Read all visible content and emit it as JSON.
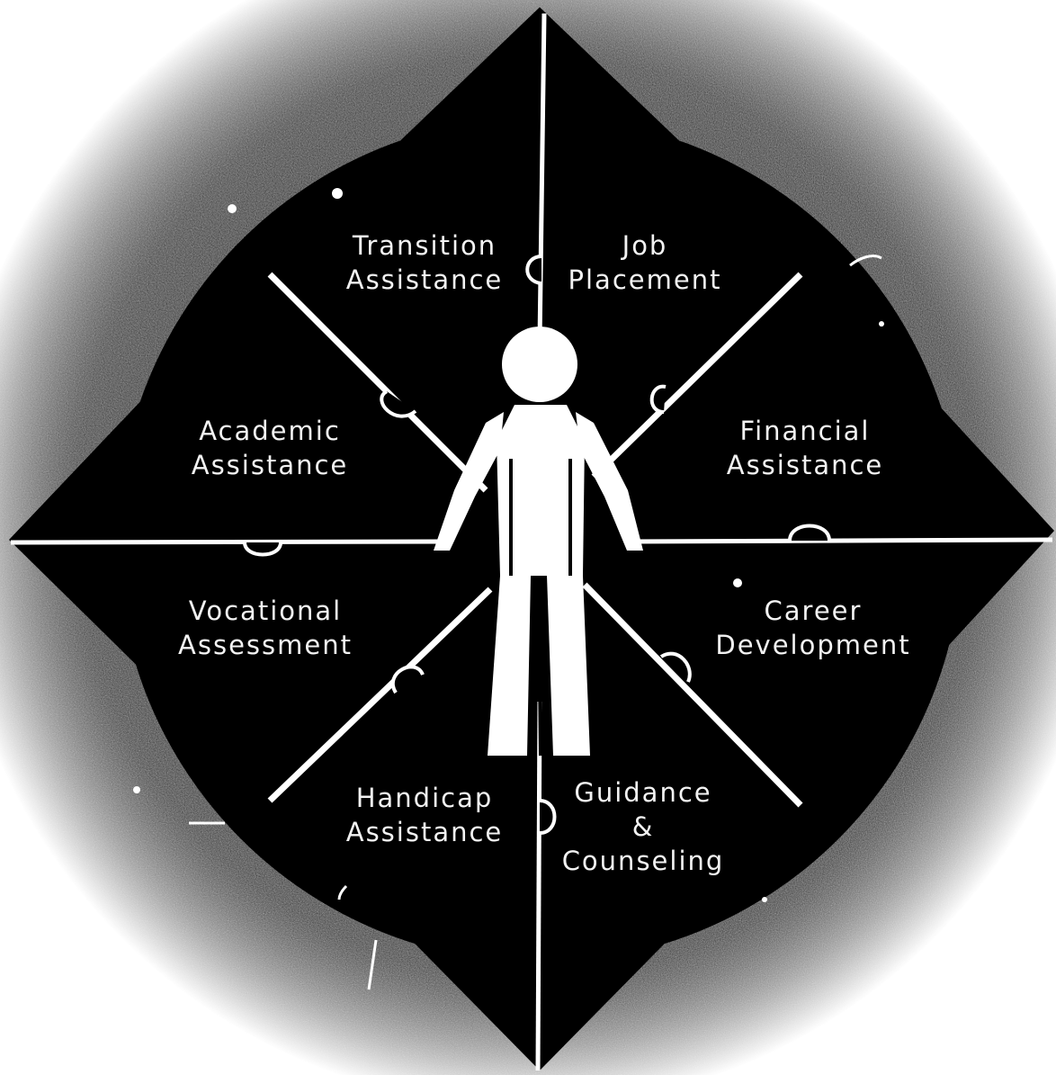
{
  "diagram": {
    "segments": [
      {
        "id": "transition-assistance",
        "lines": [
          "Transition",
          "Assistance"
        ]
      },
      {
        "id": "job-placement",
        "lines": [
          "Job",
          "Placement"
        ]
      },
      {
        "id": "financial-assistance",
        "lines": [
          "Financial",
          "Assistance"
        ]
      },
      {
        "id": "career-development",
        "lines": [
          "Career",
          "Development"
        ]
      },
      {
        "id": "guidance-counseling",
        "lines": [
          "Guidance",
          "&",
          "Counseling"
        ]
      },
      {
        "id": "handicap-assistance",
        "lines": [
          "Handicap",
          "Assistance"
        ]
      },
      {
        "id": "vocational-assessment",
        "lines": [
          "Vocational",
          "Assessment"
        ]
      },
      {
        "id": "academic-assistance",
        "lines": [
          "Academic",
          "Assistance"
        ]
      }
    ],
    "colors": {
      "background": "#ffffff",
      "field": "#000000",
      "lines": "#ffffff",
      "figure": "#ffffff",
      "text": "#f2f2f2"
    },
    "center_icon": "person-figure-icon"
  }
}
